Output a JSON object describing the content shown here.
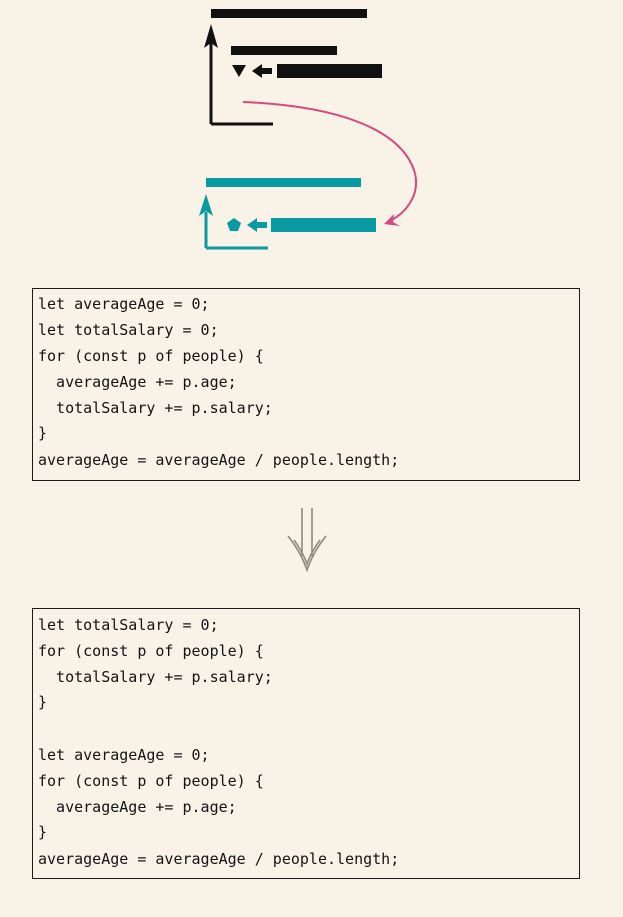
{
  "colors": {
    "background": "#f8f2e7",
    "before_diagram": "#111111",
    "after_diagram": "#0a9aa2",
    "connector_arrow": "#d9497f",
    "transform_arrow": "#8f8a80",
    "code_text": "#141414"
  },
  "diagram": {
    "before_shape_icon": "triangle-down-icon",
    "after_shape_icon": "pentagon-icon"
  },
  "code_before": {
    "lines": [
      "let averageAge = 0;",
      "let totalSalary = 0;",
      "for (const p of people) {",
      "  averageAge += p.age;",
      "  totalSalary += p.salary;",
      "}",
      "averageAge = averageAge / people.length;"
    ]
  },
  "transform_icon": "double-arrow-down-icon",
  "code_after": {
    "lines": [
      "let totalSalary = 0;",
      "for (const p of people) {",
      "  totalSalary += p.salary;",
      "}",
      "",
      "let averageAge = 0;",
      "for (const p of people) {",
      "  averageAge += p.age;",
      "}",
      "averageAge = averageAge / people.length;"
    ]
  }
}
